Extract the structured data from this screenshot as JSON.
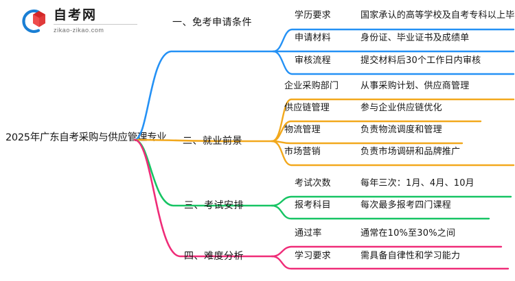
{
  "logo": {
    "icon": "graduation-cap-book-logo",
    "name_cn": "自考网",
    "domain": "zikao-zikao.com",
    "arc_color": "#1a7fd4",
    "cap_color": "#e03a3a"
  },
  "mindmap": {
    "root": "2025年广东自考采购与供应管理专业",
    "branches": [
      {
        "label": "一、免考申请条件",
        "color": "#2491f5",
        "items": [
          {
            "key": "学历要求",
            "value": "国家承认的高等学校及自考专科以上毕业生"
          },
          {
            "key": "申请材料",
            "value": "身份证、毕业证书及成绩单"
          },
          {
            "key": "审核流程",
            "value": "提交材料后30个工作日内审核"
          }
        ]
      },
      {
        "label": "二、就业前景",
        "color": "#f2a81c",
        "items": [
          {
            "key": "企业采购部门",
            "value": "从事采购计划、供应商管理"
          },
          {
            "key": "供应链管理",
            "value": "参与企业供应链优化"
          },
          {
            "key": "物流管理",
            "value": "负责物流调度和管理"
          },
          {
            "key": "市场营销",
            "value": "负责市场调研和品牌推广"
          }
        ]
      },
      {
        "label": "三、考试安排",
        "color": "#16c463",
        "items": [
          {
            "key": "考试次数",
            "value": "每年三次：1月、4月、10月"
          },
          {
            "key": "报考科目",
            "value": "每次最多报考四门课程"
          }
        ]
      },
      {
        "label": "四、难度分析",
        "color": "#ef2c78",
        "items": [
          {
            "key": "通过率",
            "value": "通常在10%至30%之间"
          },
          {
            "key": "学习要求",
            "value": "需具备自律性和学习能力"
          }
        ]
      }
    ]
  }
}
